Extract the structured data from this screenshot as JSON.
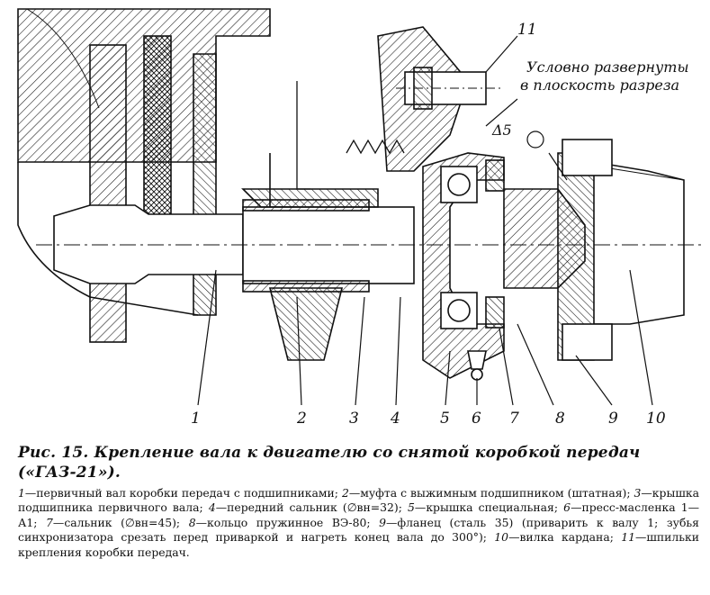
{
  "diagram": {
    "part_numbers": [
      "1",
      "2",
      "3",
      "4",
      "5",
      "6",
      "7",
      "8",
      "9",
      "10",
      "11"
    ],
    "note_line1": "Условно развернуты",
    "note_line2": "в плоскость разреза",
    "gap_label": "Δ5"
  },
  "caption": "Рис. 15. Крепление вала к двигателю со снятой коробкой передач («ГАЗ-21»).",
  "legend": [
    {
      "num": "1",
      "text": "—первичный вал коробки передач с подшипниками; "
    },
    {
      "num": "2",
      "text": "—муфта с выжимным подшипником (штатная); "
    },
    {
      "num": "3",
      "text": "—крышка подшипника первичного вала; "
    },
    {
      "num": "4",
      "text": "—передний сальник (∅вн=32); "
    },
    {
      "num": "5",
      "text": "—крышка специальная; "
    },
    {
      "num": "6",
      "text": "—пресс-масленка 1—А1; "
    },
    {
      "num": "7",
      "text": "—сальник (∅вн=45); "
    },
    {
      "num": "8",
      "text": "—кольцо пружинное ВЭ-80; "
    },
    {
      "num": "9",
      "text": "—фланец (сталь 35) (приварить к валу 1; зубья синхронизатора срезать перед приваркой и нагреть конец вала до 300°); "
    },
    {
      "num": "10",
      "text": "—вилка кардана; "
    },
    {
      "num": "11",
      "text": "—шпильки крепления коробки передач."
    }
  ]
}
